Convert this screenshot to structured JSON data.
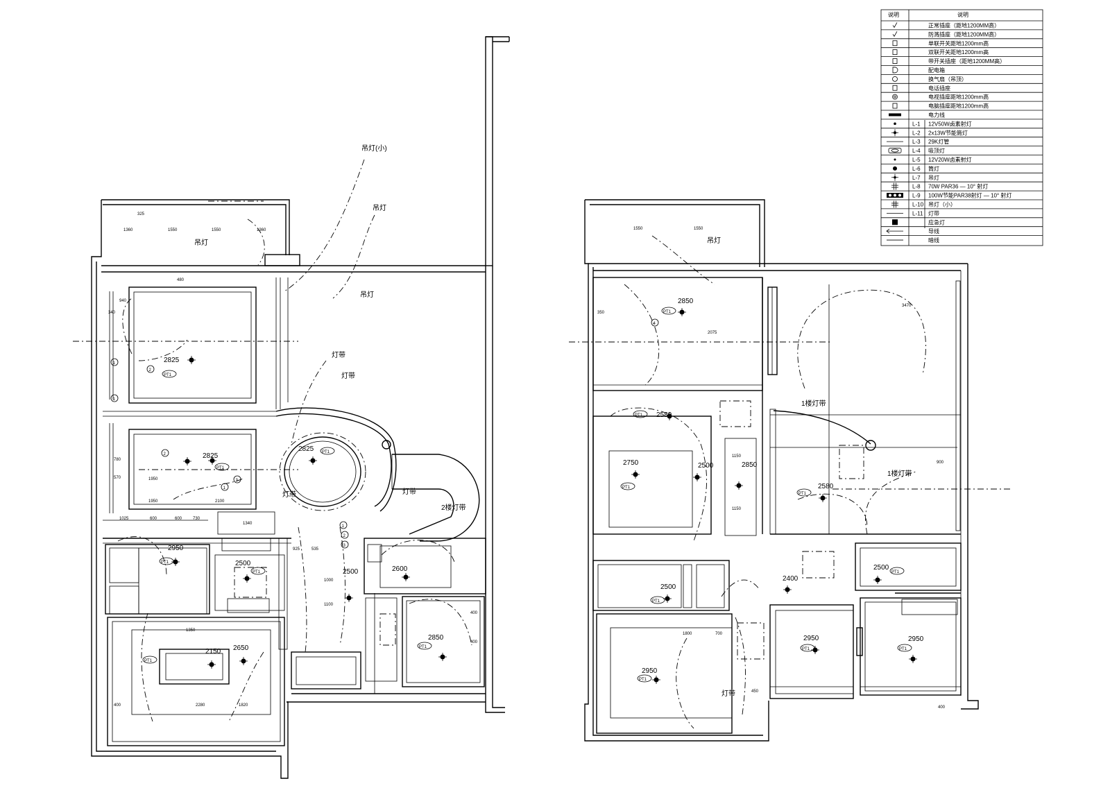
{
  "legend": {
    "header": [
      "说明",
      "说明"
    ],
    "rows": [
      {
        "code": "",
        "desc": "正常插座（距地1200MM高）",
        "sym": "check"
      },
      {
        "code": "",
        "desc": "防溅插座（距地1200MM高）",
        "sym": "check"
      },
      {
        "code": "",
        "desc": "单联开关距地1200mm高",
        "sym": "sq1"
      },
      {
        "code": "",
        "desc": "双联开关距地1200mm高",
        "sym": "sq2"
      },
      {
        "code": "",
        "desc": "带开关插座（距地1200MM高）",
        "sym": "sq3"
      },
      {
        "code": "",
        "desc": "配电箱",
        "sym": "d"
      },
      {
        "code": "",
        "desc": "换气扇（吊顶）",
        "sym": "fan"
      },
      {
        "code": "",
        "desc": "电话插座",
        "sym": "sq4"
      },
      {
        "code": "",
        "desc": "电视插座距地1200mm高",
        "sym": "circ"
      },
      {
        "code": "",
        "desc": "电脑插座距地1200mm高",
        "sym": "sq5"
      },
      {
        "code": "",
        "desc": "电力线",
        "sym": "bar"
      },
      {
        "code": "L-1",
        "desc": "12V50W卤素射灯",
        "sym": "dot"
      },
      {
        "code": "L-2",
        "desc": "2x13W节能筒灯",
        "sym": "cross"
      },
      {
        "code": "L-3",
        "desc": "29K灯管",
        "sym": "line"
      },
      {
        "code": "L-4",
        "desc": "吸顶灯",
        "sym": "oval"
      },
      {
        "code": "L-5",
        "desc": "12V20W卤素射灯",
        "sym": "smalldot"
      },
      {
        "code": "L-6",
        "desc": "筒灯",
        "sym": "bigdot"
      },
      {
        "code": "L-7",
        "desc": "吊灯",
        "sym": "star"
      },
      {
        "code": "L-8",
        "desc": "70W PAR36 — 10° 射灯",
        "sym": "hash"
      },
      {
        "code": "L-9",
        "desc": "100W节能PAR38射灯 — 10° 射灯",
        "sym": "triple"
      },
      {
        "code": "L-10",
        "desc": "吊灯（小）",
        "sym": "hash2"
      },
      {
        "code": "L-11",
        "desc": "灯带",
        "sym": "line"
      },
      {
        "code": "",
        "desc": "应急灯",
        "sym": "square"
      },
      {
        "code": "",
        "desc": "导线",
        "sym": "arrow"
      },
      {
        "code": "",
        "desc": "暗线",
        "sym": "line"
      }
    ]
  },
  "plan_left": {
    "ceiling_heights": [
      "2825",
      "2825",
      "2825",
      "2950",
      "2500",
      "2500",
      "2600",
      "2850",
      "2150",
      "2650"
    ],
    "ptl_tag": "PT1",
    "notes": [
      "吊灯(小)",
      "吊灯",
      "吊灯",
      "吊灯",
      "灯带",
      "灯带",
      "灯带",
      "灯带",
      "2楼灯带"
    ],
    "dimensions": [
      "1360",
      "1550",
      "1550",
      "1360",
      "325",
      "1950",
      "2100",
      "1950",
      "1350",
      "2280",
      "1820",
      "400",
      "480",
      "1340",
      "1025",
      "600",
      "600",
      "925",
      "535",
      "1000",
      "1100",
      "400",
      "400",
      "730",
      "340",
      "940",
      "780",
      "570"
    ],
    "circle_marks": [
      "1",
      "1",
      "2",
      "2",
      "3",
      "1",
      "1",
      "2",
      "3"
    ]
  },
  "plan_right": {
    "ceiling_heights": [
      "2850",
      "2580",
      "2750",
      "2500",
      "2850",
      "2580",
      "2500",
      "2400",
      "2500",
      "2950",
      "2950",
      "2950"
    ],
    "ptl_tag": "PT1",
    "notes": [
      "吊灯",
      "1楼灯带",
      "1楼灯带",
      "灯带"
    ],
    "dimensions": [
      "1550",
      "1550",
      "3470",
      "2075",
      "1800",
      "700",
      "1150",
      "1150",
      "900",
      "450",
      "350",
      "400"
    ],
    "circle_marks": [
      "4"
    ]
  }
}
